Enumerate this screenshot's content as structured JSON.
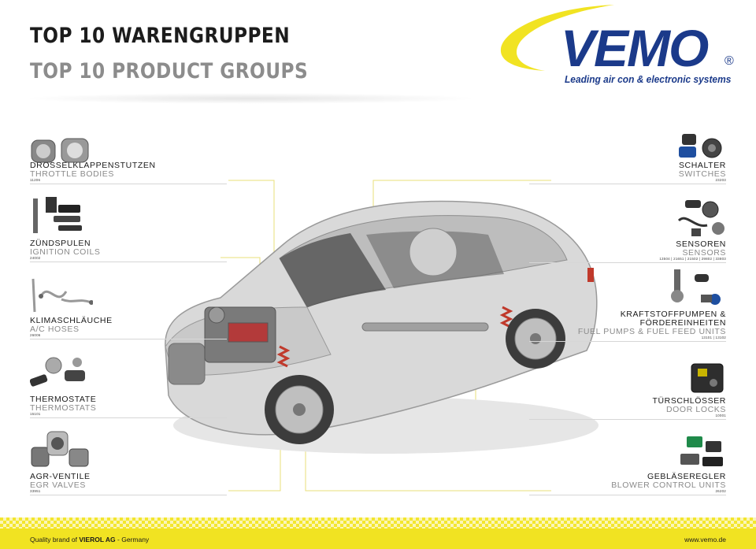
{
  "header": {
    "title_de": "TOP 10 WARENGRUPPEN",
    "title_en": "TOP 10 PRODUCT GROUPS"
  },
  "brand": {
    "name": "VEMO",
    "registered": "®",
    "tagline": "Leading air con & electronic systems",
    "blue": "#1b3a8a",
    "yellow": "#f1e322"
  },
  "groups_left": [
    {
      "de": "DROSSELKLAPPENSTUTZEN",
      "en": "THROTTLE BODIES",
      "code": "11206",
      "icon": "throttle-body-icon"
    },
    {
      "de": "ZÜNDSPULEN",
      "en": "IGNITION COILS",
      "code": "24002",
      "icon": "ignition-coil-icon"
    },
    {
      "de": "KLIMASCHLÄUCHE",
      "en": "A/C HOSES",
      "code": "26006",
      "icon": "ac-hose-icon"
    },
    {
      "de": "THERMOSTATE",
      "en": "THERMOSTATS",
      "code": "15101",
      "icon": "thermostat-icon"
    },
    {
      "de": "AGR-VENTILE",
      "en": "EGR VALVES",
      "code": "33951",
      "icon": "egr-valve-icon"
    }
  ],
  "groups_right": [
    {
      "de": "SCHALTER",
      "en": "SWITCHES",
      "en2": "",
      "code": "23203",
      "icon": "switch-icon"
    },
    {
      "de": "SENSOREN",
      "en": "SENSORS",
      "en2": "",
      "code": "13504 | 21651 | 21502 | 29802 | 33803",
      "icon": "sensor-icon"
    },
    {
      "de": "KRAFTSTOFFPUMPEN &",
      "en": "FÖRDEREINHEITEN",
      "en2": "FUEL PUMPS & FUEL FEED UNITS",
      "code": "13101 | 13102",
      "icon": "fuel-pump-icon"
    },
    {
      "de": "TÜRSCHLÖSSER",
      "en": "DOOR LOCKS",
      "en2": "",
      "code": "10001",
      "icon": "door-lock-icon"
    },
    {
      "de": "GEBLÄSEREGLER",
      "en": "BLOWER CONTROL UNITS",
      "en2": "",
      "code": "26202",
      "icon": "blower-control-icon"
    }
  ],
  "footer": {
    "prefix": "Quality brand of ",
    "company": "VIEROL AG",
    "suffix": " - Germany",
    "url": "www.vemo.de"
  }
}
